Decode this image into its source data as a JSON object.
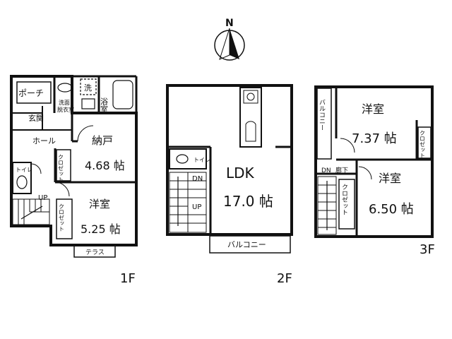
{
  "compass": {
    "north_label": "N"
  },
  "floors": {
    "first": {
      "label": "1F",
      "rooms": {
        "porch": "ポーチ",
        "entrance": "玄関",
        "washroom_line1": "洗面",
        "washroom_line2": "脱衣室",
        "washer": "洗",
        "bath": "浴室",
        "hall": "ホール",
        "toilet": "トイレ",
        "storage_name": "納戸",
        "storage_size": "4.68 帖",
        "closet_storage": "クロゼット",
        "western_name": "洋室",
        "western_size": "5.25 帖",
        "closet_western": "クロゼット",
        "stairs_up": "UP",
        "terrace": "テラス"
      }
    },
    "second": {
      "label": "2F",
      "rooms": {
        "ldk_name": "LDK",
        "ldk_size": "17.0 帖",
        "toilet": "トイレ",
        "stairs_down": "DN",
        "stairs_up": "UP",
        "balcony": "バルコニー"
      }
    },
    "third": {
      "label": "3F",
      "rooms": {
        "balcony": "バルコニー",
        "western1_name": "洋室",
        "western1_size": "7.37 帖",
        "closet1": "クロゼット",
        "hallway": "廊下",
        "stairs_down": "DN",
        "western2_name": "洋室",
        "western2_size": "6.50 帖",
        "closet2": "クロゼット"
      }
    }
  }
}
